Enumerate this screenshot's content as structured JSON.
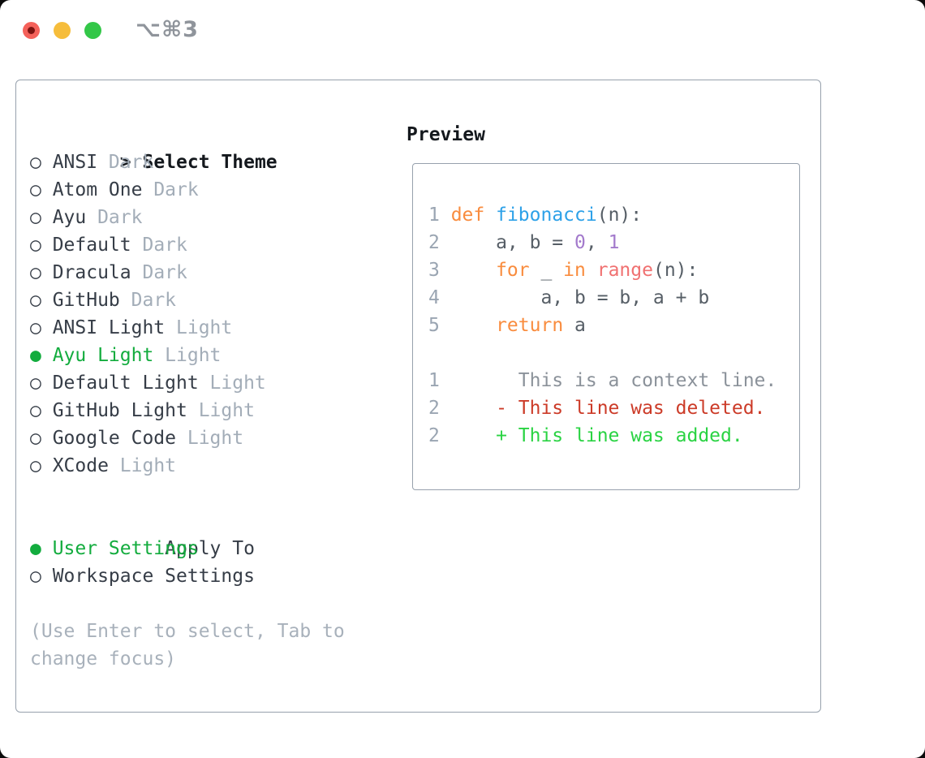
{
  "titlebar": {
    "shortcut": "⌥⌘3",
    "buttons": [
      "close",
      "minimize",
      "zoom"
    ]
  },
  "theme_list": {
    "header_prefix": ">",
    "header": "Select Theme",
    "radio_selected_glyph": "●",
    "radio_unselected_glyph": "○",
    "items": [
      {
        "name": "ANSI",
        "variant": "Dark",
        "selected": false
      },
      {
        "name": "Atom One",
        "variant": "Dark",
        "selected": false
      },
      {
        "name": "Ayu",
        "variant": "Dark",
        "selected": false
      },
      {
        "name": "Default",
        "variant": "Dark",
        "selected": false
      },
      {
        "name": "Dracula",
        "variant": "Dark",
        "selected": false
      },
      {
        "name": "GitHub",
        "variant": "Dark",
        "selected": false
      },
      {
        "name": "ANSI Light",
        "variant": "Light",
        "selected": false
      },
      {
        "name": "Ayu Light",
        "variant": "Light",
        "selected": true
      },
      {
        "name": "Default Light",
        "variant": "Light",
        "selected": false
      },
      {
        "name": "GitHub Light",
        "variant": "Light",
        "selected": false
      },
      {
        "name": "Google Code",
        "variant": "Light",
        "selected": false
      },
      {
        "name": "XCode",
        "variant": "Light",
        "selected": false
      }
    ]
  },
  "apply_to": {
    "header": "Apply To",
    "options": [
      {
        "name": "User Settings",
        "selected": true
      },
      {
        "name": "Workspace Settings",
        "selected": false
      }
    ]
  },
  "hint_lines": [
    "(Use Enter to select, Tab to",
    "change focus)"
  ],
  "preview": {
    "header": "Preview",
    "code_lines": [
      {
        "num": "1",
        "tokens": [
          {
            "t": "def",
            "c": "keyword"
          },
          {
            "t": " ",
            "c": "fg"
          },
          {
            "t": "fibonacci",
            "c": "function"
          },
          {
            "t": "(n):",
            "c": "fg"
          }
        ]
      },
      {
        "num": "2",
        "tokens": [
          {
            "t": "    a, b = ",
            "c": "fg"
          },
          {
            "t": "0",
            "c": "number"
          },
          {
            "t": ", ",
            "c": "fg"
          },
          {
            "t": "1",
            "c": "number"
          }
        ]
      },
      {
        "num": "3",
        "tokens": [
          {
            "t": "    ",
            "c": "fg"
          },
          {
            "t": "for",
            "c": "keyword"
          },
          {
            "t": " _ ",
            "c": "fg"
          },
          {
            "t": "in",
            "c": "keyword"
          },
          {
            "t": " ",
            "c": "fg"
          },
          {
            "t": "range",
            "c": "special"
          },
          {
            "t": "(n):",
            "c": "fg"
          }
        ]
      },
      {
        "num": "4",
        "tokens": [
          {
            "t": "        a, b = b, a + b",
            "c": "fg"
          }
        ]
      },
      {
        "num": "5",
        "tokens": [
          {
            "t": "    ",
            "c": "fg"
          },
          {
            "t": "return",
            "c": "keyword"
          },
          {
            "t": " ",
            "c": "fg"
          },
          {
            "t": "a",
            "c": "fg"
          }
        ]
      }
    ],
    "diff_lines": [
      {
        "num": "1",
        "text": "      This is a context line.",
        "type": "context"
      },
      {
        "num": "2",
        "text": "    - This line was deleted.",
        "type": "deleted"
      },
      {
        "num": "2",
        "text": "    + This line was added.",
        "type": "added"
      }
    ]
  },
  "colors": {
    "selected_green": "#13ac3e",
    "keyword_orange": "#f98c3e",
    "function_blue": "#2da1e8",
    "number_purple": "#a37acc",
    "special_coral": "#f07171",
    "code_foreground": "#565e66",
    "line_number_gray": "#9aa5b2",
    "variant_gray": "#a3adb8",
    "hint_gray": "#a8b1bb",
    "context_gray": "#8b929a",
    "deleted_red": "#cc3b28",
    "added_green": "#2ad343",
    "panel_border": "#97a1ad",
    "traffic_red": "#f4615a",
    "traffic_yellow": "#f6bd3b",
    "traffic_green": "#33c748"
  }
}
